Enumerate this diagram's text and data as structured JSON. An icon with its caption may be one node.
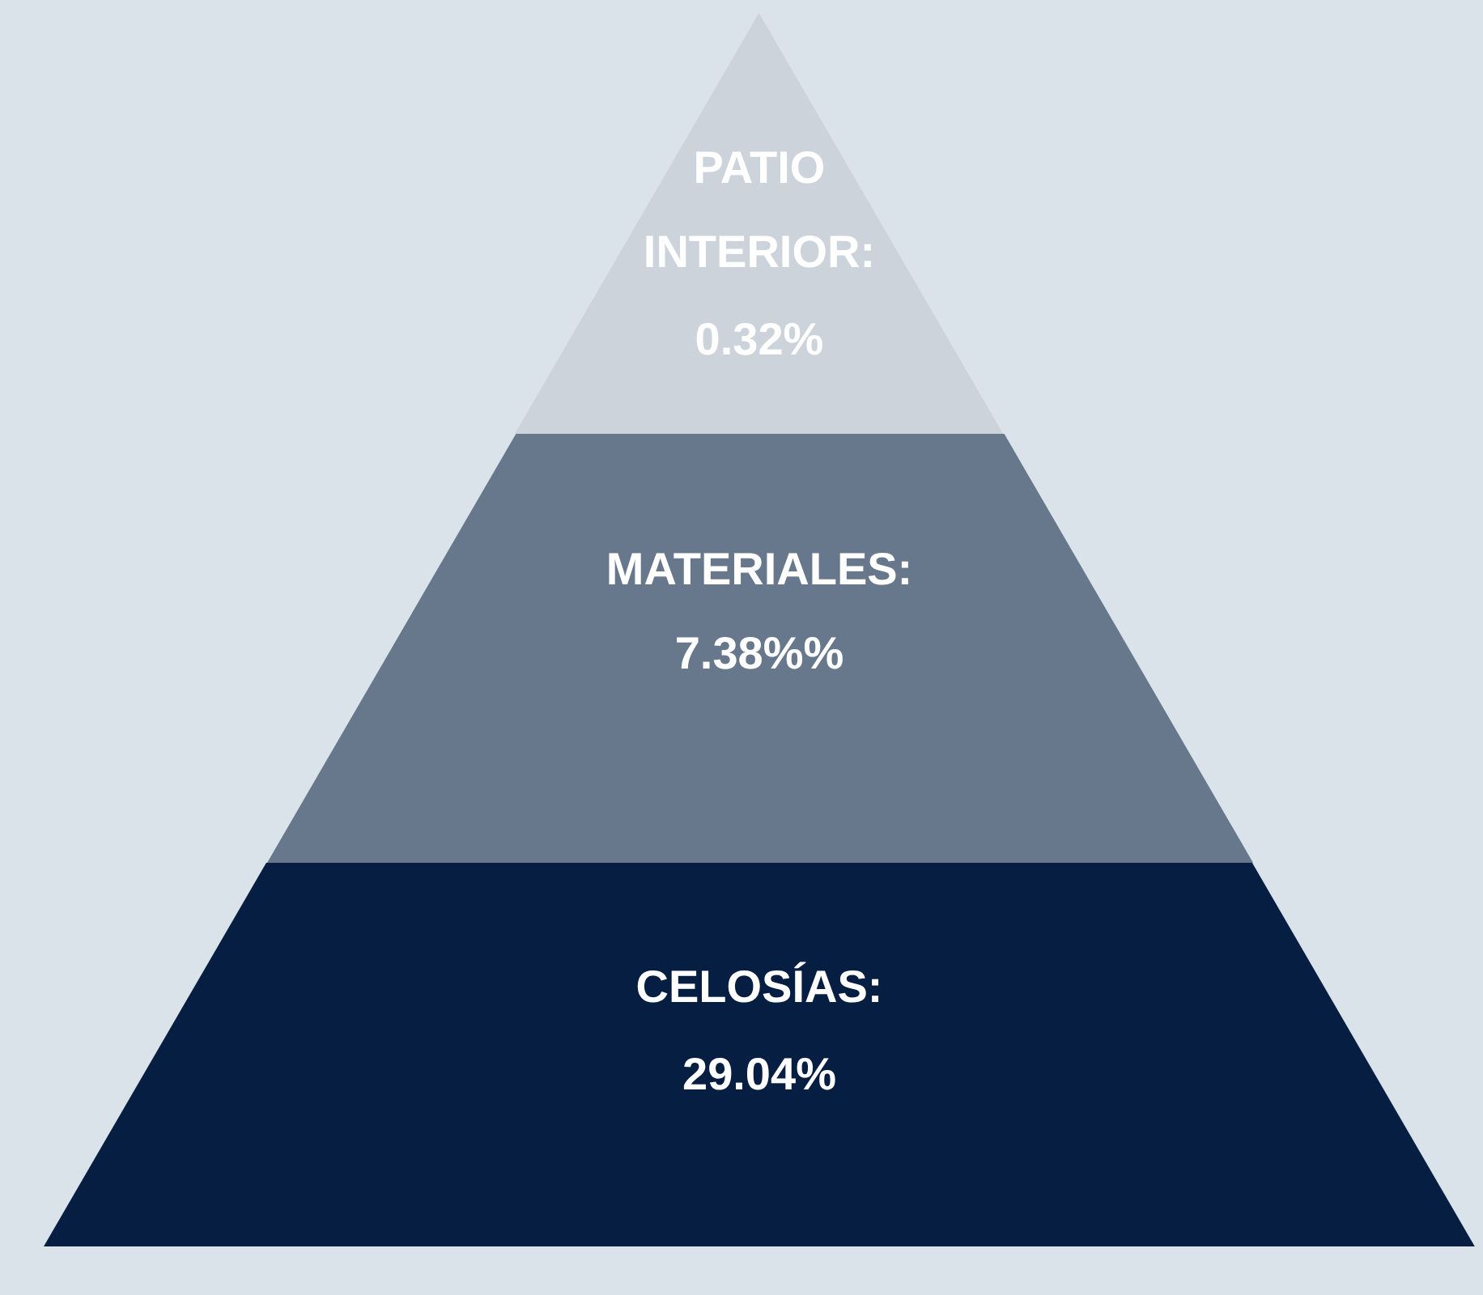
{
  "diagram": {
    "nodes": [
      {
        "text": [
          "PATIO INTERIOR:",
          "0.32%"
        ]
      },
      {
        "text": [
          "MATERIALES:",
          "7.38%%"
        ]
      },
      {
        "text": [
          "CELOSÍAS:",
          "29.04%"
        ]
      }
    ]
  }
}
